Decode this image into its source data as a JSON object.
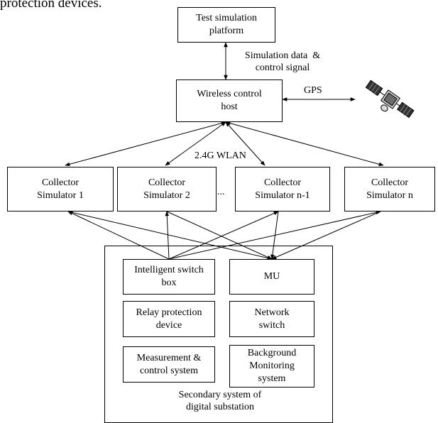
{
  "caption_top": "protection devices.",
  "nodes": {
    "test_platform": "Test simulation\nplatform",
    "wireless_host": "Wireless control\nhost",
    "collector_1": "Collector\nSimulator 1",
    "collector_2": "Collector\nSimulator 2",
    "collector_n1": "Collector\nSimulator n-1",
    "collector_n": "Collector\nSimulator n",
    "intelligent_switch": "Intelligent switch\nbox",
    "mu": "MU",
    "relay_protection": "Relay protection\ndevice",
    "network_switch": "Network\nswitch",
    "measurement_control": "Measurement &\ncontrol system",
    "background_monitoring": "Background\nMonitoring\nsystem"
  },
  "labels": {
    "sim_data": "Simulation data  &\ncontrol signal",
    "gps": "GPS",
    "wlan": "2.4G WLAN",
    "ellipsis": "...",
    "substation": "Secondary system of\ndigital substation"
  },
  "icons": {
    "satellite": "satellite-icon"
  }
}
